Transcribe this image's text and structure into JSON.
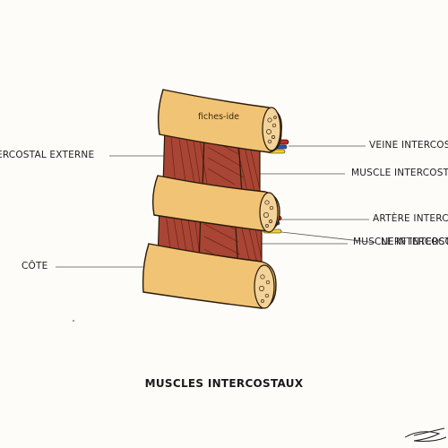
{
  "diagram": {
    "title": "MUSCLES INTERCOSTAUX",
    "watermark": "fiches-ide",
    "labels": {
      "external_intercostal": "ERCOSTAL EXTERNE",
      "intercostal_vein": "VEINE INTERCOS",
      "intercostal_muscle_upper": "MUSCLE INTERCOSTA",
      "intercostal_artery": "ARTÈRE INTERCO",
      "intercostal_nerve": "NERF INTERCO",
      "intercostal_muscle_lower": "MUSCLE INTERCOSTAUX",
      "rib": "CÔTE"
    },
    "colors": {
      "bone": "#f1c374",
      "bone_outline": "#2a1a08",
      "muscle": "#a84535",
      "muscle_line": "#6e2015",
      "vein": "#c8282a",
      "artery": "#d22a28",
      "nerve": "#f0d030",
      "vessel_blue": "#2a52b8"
    }
  }
}
